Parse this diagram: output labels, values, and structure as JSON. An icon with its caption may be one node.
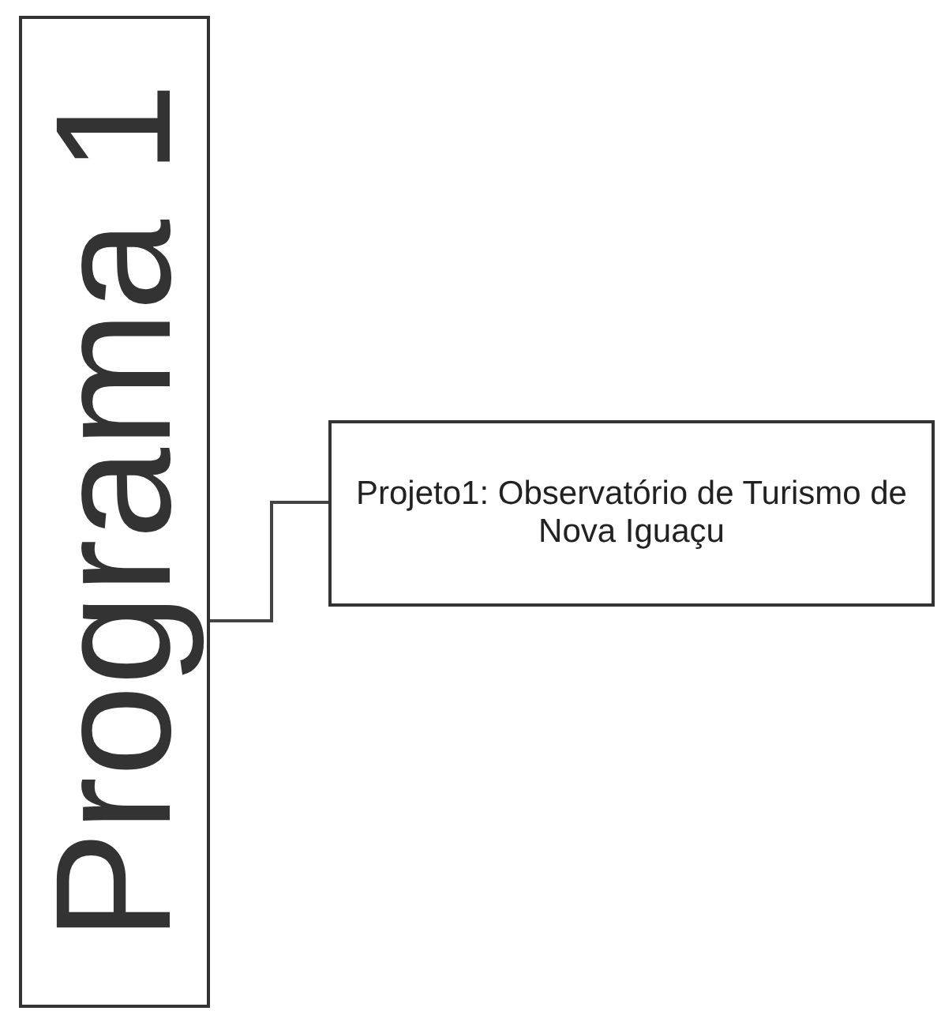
{
  "diagram": {
    "nodes": [
      {
        "text": [
          "Programa 1"
        ]
      },
      {
        "text": [
          "Projeto1: Observatório de Turismo de Nova Iguaçu"
        ]
      }
    ],
    "edges": [
      {
        "from": 0,
        "to": 1,
        "arrow": "none"
      }
    ]
  }
}
